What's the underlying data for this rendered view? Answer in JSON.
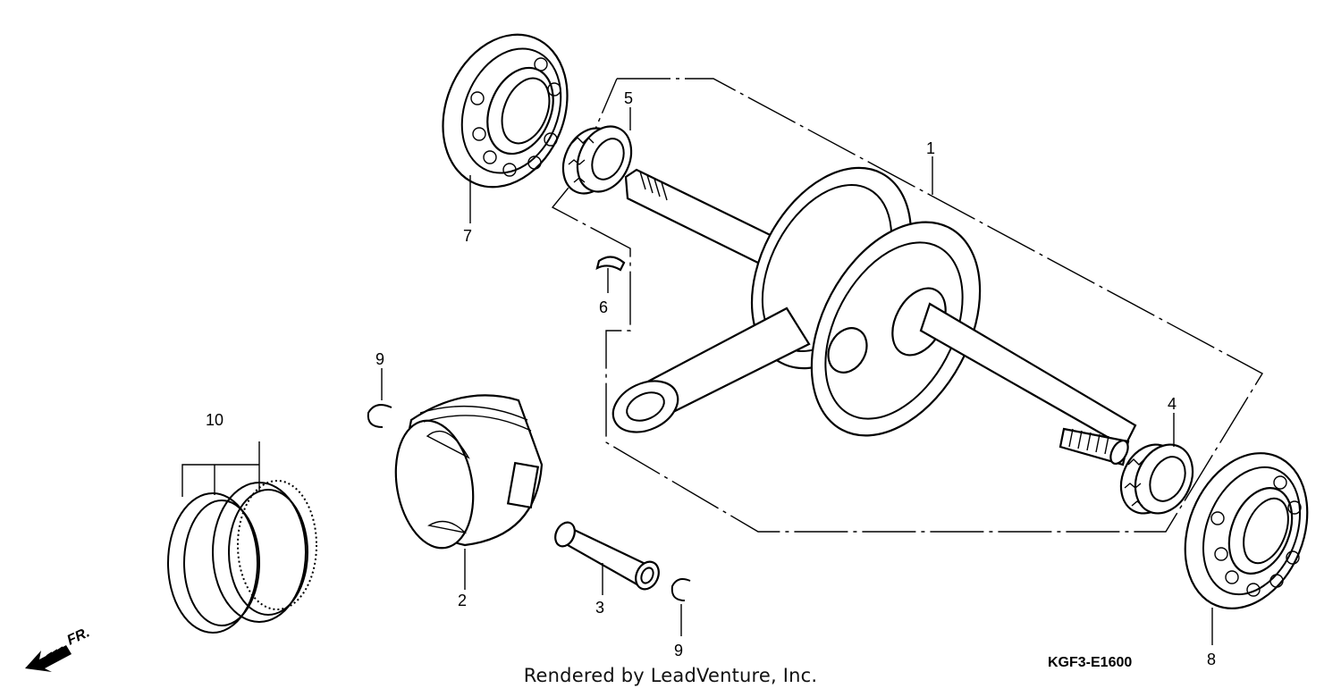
{
  "diagram_code": "KGF3-E1600",
  "credit": "Rendered by LeadVenture, Inc.",
  "front_marker": "FR.",
  "callouts": [
    {
      "id": "1",
      "label": "1"
    },
    {
      "id": "2",
      "label": "2"
    },
    {
      "id": "3",
      "label": "3"
    },
    {
      "id": "4",
      "label": "4"
    },
    {
      "id": "5",
      "label": "5"
    },
    {
      "id": "6",
      "label": "6"
    },
    {
      "id": "7",
      "label": "7"
    },
    {
      "id": "8",
      "label": "8"
    },
    {
      "id": "9a",
      "label": "9"
    },
    {
      "id": "9b",
      "label": "9"
    },
    {
      "id": "10",
      "label": "10"
    }
  ]
}
